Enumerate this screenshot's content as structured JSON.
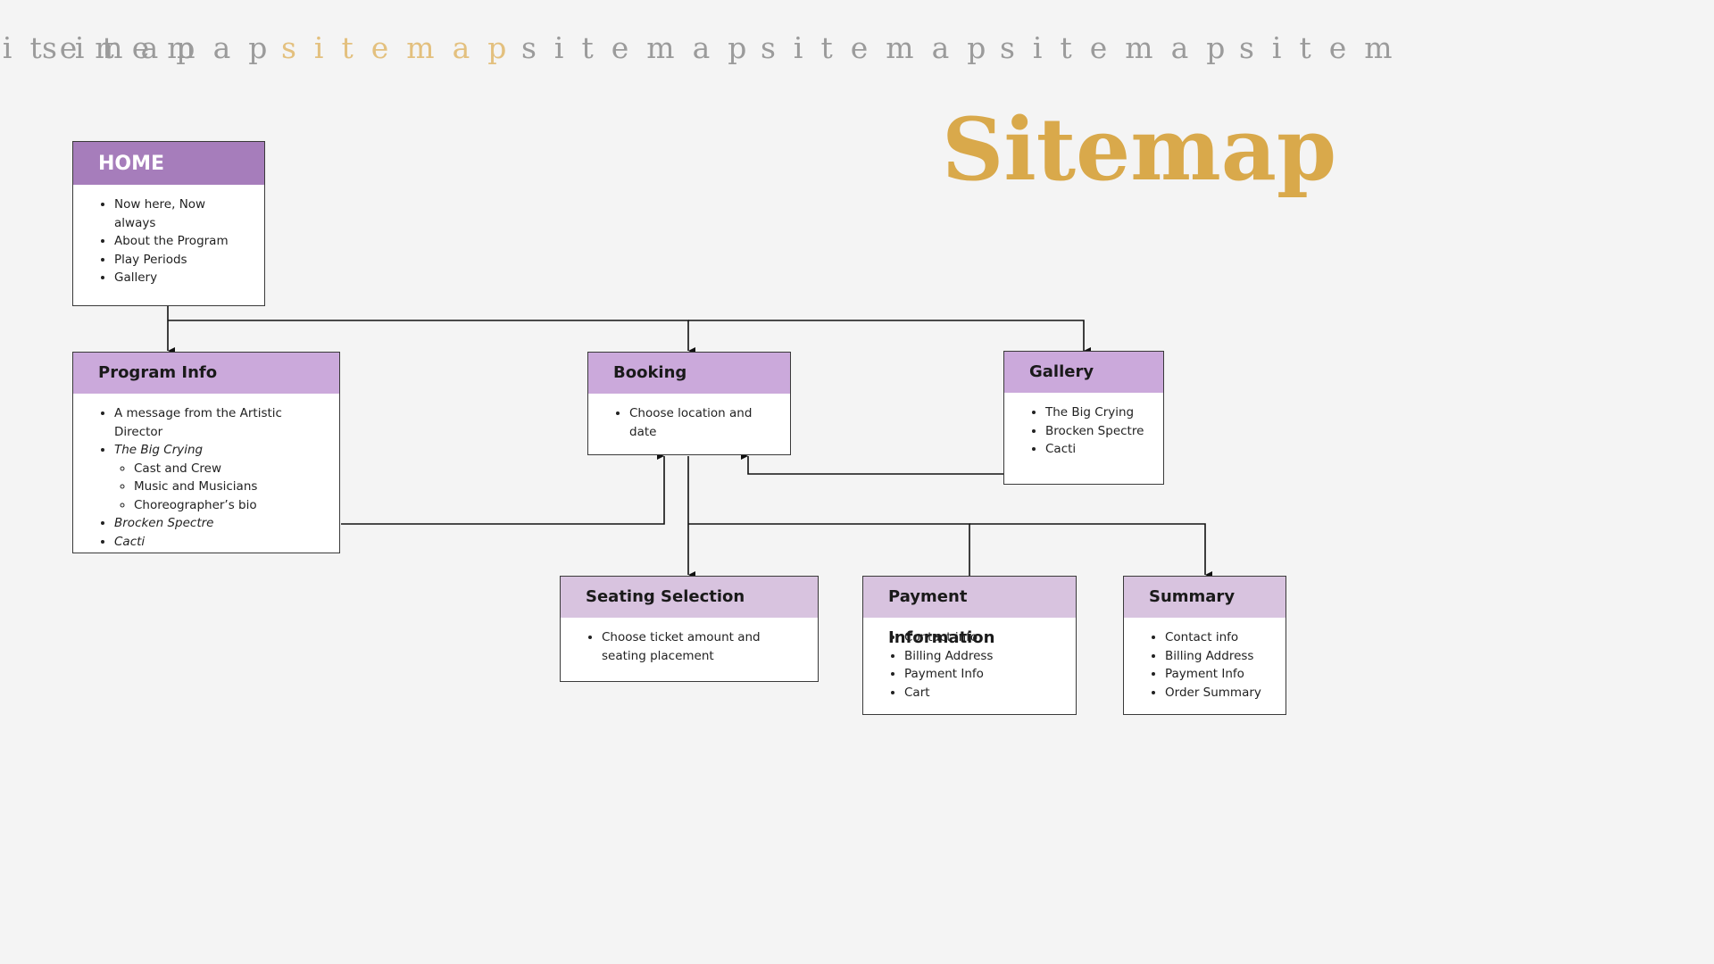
{
  "banner": {
    "word": "sitemap"
  },
  "title": "Sitemap",
  "colors": {
    "banner_gray": "#9b9b9b",
    "banner_gold": "#e3c07e",
    "title_gold": "#d9a94b",
    "home_header": "#a67dbb",
    "level1_header": "#cba9db",
    "level2_header": "#d8c3df",
    "connector": "#111111"
  },
  "nodes": {
    "home": {
      "title": "HOME",
      "items": [
        "Now here, Now always",
        "About the Program",
        "Play Periods",
        "Gallery"
      ]
    },
    "program_info": {
      "title": "Program Info",
      "items": [
        "A message from the Artistic Director",
        "The Big Crying",
        "Brocken Spectre",
        "Cacti"
      ],
      "sub_items": [
        "Cast and Crew",
        "Music and Musicians",
        "Choreographer’s bio"
      ]
    },
    "booking": {
      "title": "Booking",
      "items": [
        "Choose location and date"
      ]
    },
    "gallery": {
      "title": "Gallery",
      "items": [
        "The Big Crying",
        "Brocken Spectre",
        "Cacti"
      ]
    },
    "seating": {
      "title": "Seating Selection",
      "items": [
        "Choose ticket amount and seating placement"
      ]
    },
    "payment": {
      "title": "Payment Information",
      "items": [
        "Contact info",
        "Billing Address",
        "Payment Info",
        "Cart"
      ]
    },
    "summary": {
      "title": "Summary",
      "items": [
        "Contact info",
        "Billing Address",
        "Payment Info",
        "Order Summary"
      ]
    }
  }
}
